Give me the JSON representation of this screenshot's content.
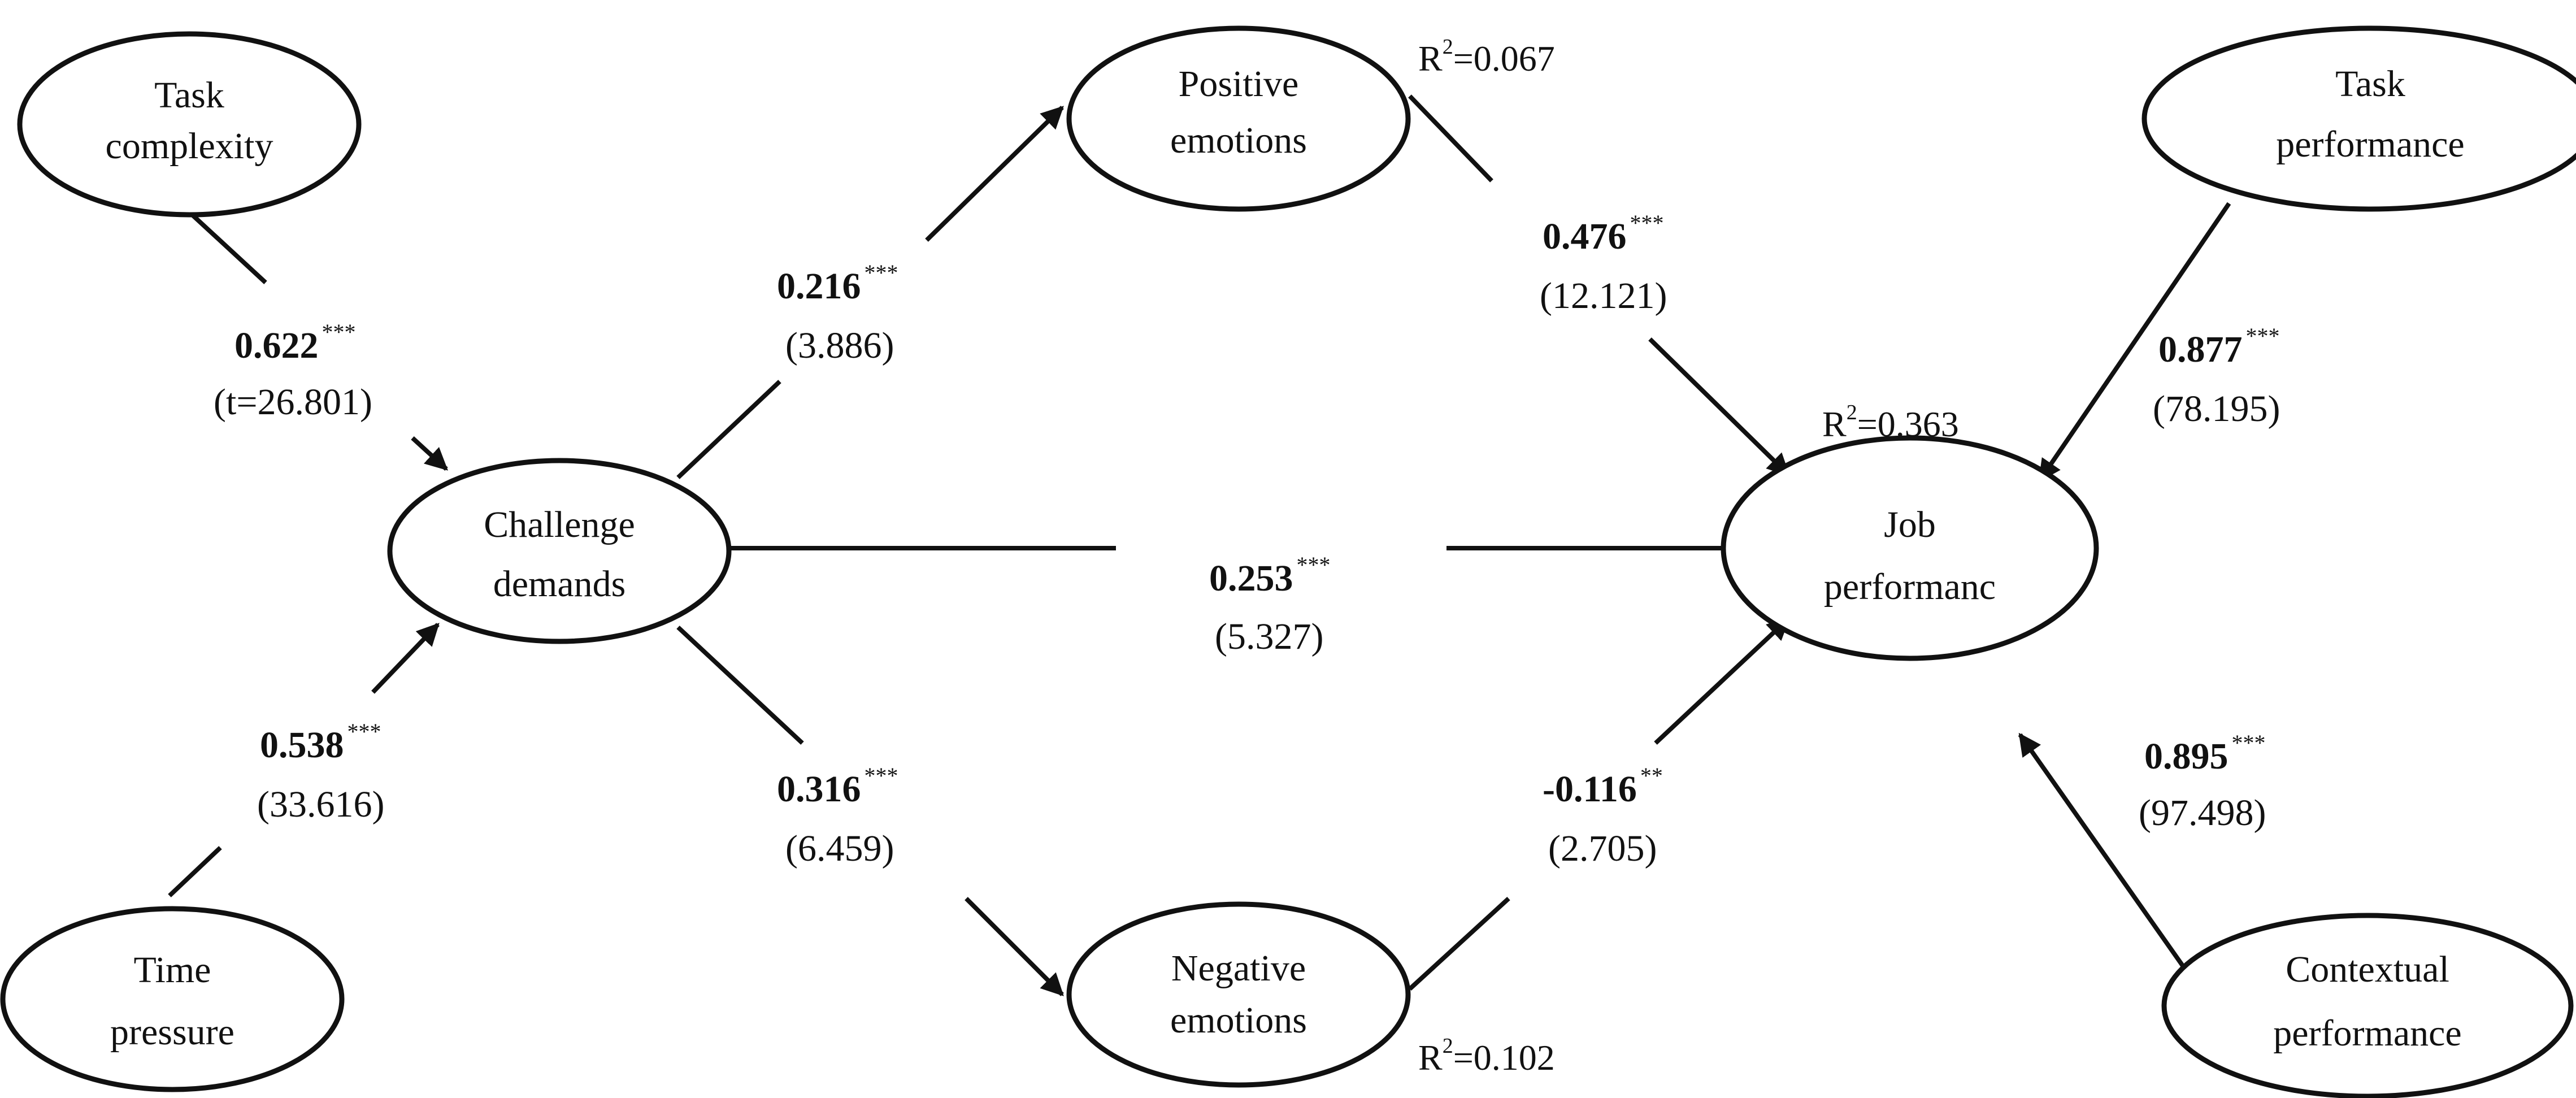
{
  "nodes": {
    "task_complexity": {
      "lines": [
        "Task",
        "complexity"
      ]
    },
    "time_pressure": {
      "lines": [
        "Time",
        "pressure"
      ]
    },
    "challenge_demands": {
      "lines": [
        "Challenge",
        "demands"
      ]
    },
    "positive_emotions": {
      "lines": [
        "Positive",
        "emotions"
      ]
    },
    "negative_emotions": {
      "lines": [
        "Negative",
        "emotions"
      ]
    },
    "job_performance": {
      "lines": [
        "Job",
        "performanc"
      ]
    },
    "task_performance": {
      "lines": [
        "Task",
        "performance"
      ]
    },
    "contextual_performance": {
      "lines": [
        "Contextual",
        "performance"
      ]
    }
  },
  "r_squared": {
    "positive_emotions": {
      "prefix": "R",
      "sup": "2",
      "value": "=0.067"
    },
    "negative_emotions": {
      "prefix": "R",
      "sup": "2",
      "value": "=0.102"
    },
    "job_performance": {
      "prefix": "R",
      "sup": "2",
      "value": "=0.363"
    }
  },
  "paths": {
    "tc_cd": {
      "coef": "0.622",
      "stars": "***",
      "t": "(t=26.801)"
    },
    "tp_cd": {
      "coef": "0.538",
      "stars": "***",
      "t": "(33.616)"
    },
    "cd_pe": {
      "coef": "0.216",
      "stars": "***",
      "t": "(3.886)"
    },
    "cd_ne": {
      "coef": "0.316",
      "stars": "***",
      "t": "(6.459)"
    },
    "cd_jp": {
      "coef": "0.253",
      "stars": "***",
      "t": "(5.327)"
    },
    "pe_jp": {
      "coef": "0.476",
      "stars": "***",
      "t": "(12.121)"
    },
    "ne_jp": {
      "coef": "-0.116",
      "stars": "**",
      "t": "(2.705)"
    },
    "taskperf_jp": {
      "coef": "0.877",
      "stars": "***",
      "t": "(78.195)"
    },
    "ctxperf_jp": {
      "coef": "0.895",
      "stars": "***",
      "t": "(97.498)"
    }
  }
}
